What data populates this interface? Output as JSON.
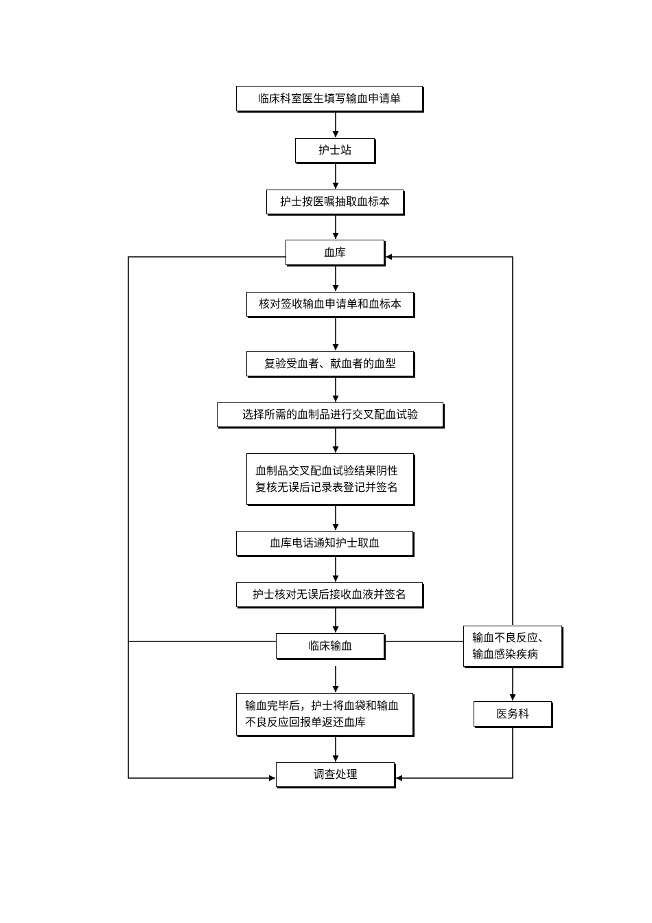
{
  "nodes": {
    "apply": "临床科室医生填写输血申请单",
    "nurse_station": "护士站",
    "draw_sample": "护士按医嘱抽取血标本",
    "blood_bank": "血库",
    "check_sign": "核对签收输血申请单和血标本",
    "retest_type": "复验受血者、献血者的血型",
    "crossmatch": "选择所需的血制品进行交叉配血试验",
    "result_line1": "血制品交叉配血试验结果阴性",
    "result_line2": "复核无误后记录表登记并签名",
    "notify_nurse": "血库电话通知护士取血",
    "receive_blood": "护士核对无误后接收血液并签名",
    "transfusion": "临床输血",
    "return_line1": "输血完毕后，护士将血袋和输血",
    "return_line2": "不良反应回报单返还血库",
    "investigate": "调查处理",
    "adverse_line1": "输血不良反应、",
    "adverse_line2": "输血感染疾病",
    "medical_dept": "医务科"
  }
}
